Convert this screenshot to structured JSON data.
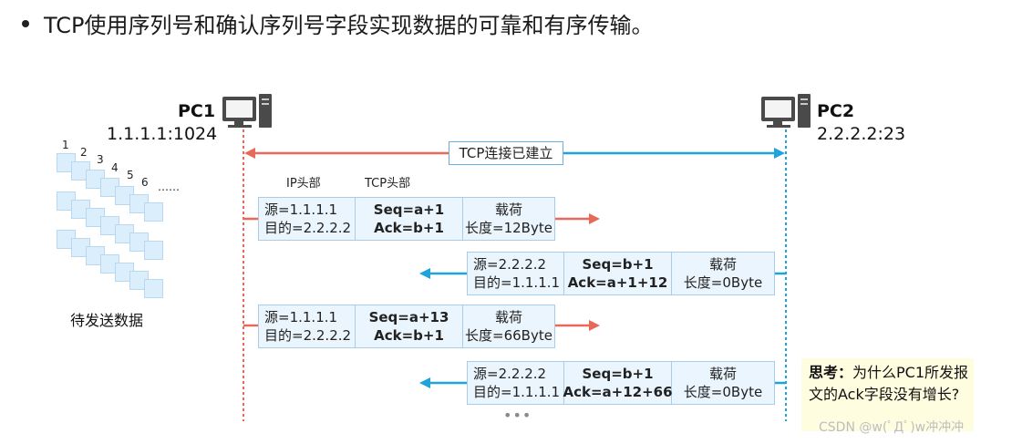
{
  "heading": "TCP使用序列号和确认序列号字段实现数据的可靠和有序传输。",
  "pc1": {
    "name": "PC1",
    "address": "1.1.1.1:1024"
  },
  "pc2": {
    "name": "PC2",
    "address": "2.2.2.2:23"
  },
  "connection_label": "TCP连接已建立",
  "header_labels": {
    "ip": "IP头部",
    "tcp": "TCP头部"
  },
  "seq_numbers": [
    "1",
    "2",
    "3",
    "4",
    "5",
    "6",
    "……"
  ],
  "pending_label": "待发送数据",
  "packets": [
    {
      "direction": "pc1-to-pc2",
      "src": "源=1.1.1.1",
      "dst": "目的=2.2.2.2",
      "seq": "Seq=a+1",
      "ack": "Ack=b+1",
      "payload": "载荷",
      "length": "长度=12Byte"
    },
    {
      "direction": "pc2-to-pc1",
      "src": "源=2.2.2.2",
      "dst": "目的=1.1.1.1",
      "seq": "Seq=b+1",
      "ack": "Ack=a+1+12",
      "payload": "载荷",
      "length": "长度=0Byte"
    },
    {
      "direction": "pc1-to-pc2",
      "src": "源=1.1.1.1",
      "dst": "目的=2.2.2.2",
      "seq": "Seq=a+13",
      "ack": "Ack=b+1",
      "payload": "载荷",
      "length": "长度=66Byte"
    },
    {
      "direction": "pc2-to-pc1",
      "src": "源=2.2.2.2",
      "dst": "目的=1.1.1.1",
      "seq": "Seq=b+1",
      "ack": "Ack=a+12+66",
      "payload": "载荷",
      "length": "长度=0Byte"
    }
  ],
  "ellipsis": "•••",
  "note": {
    "title": "思考：",
    "text": "为什么PC1所发报文的Ack字段没有增长?"
  },
  "watermark": "CSDN @w(ﾟДﾟ)w冲冲冲",
  "colors": {
    "pc1_to_pc2": "#e8685a",
    "pc2_to_pc1": "#1fa3dc",
    "packet_fill": "#eaf5fd",
    "packet_border": "#a9cde8",
    "note_fill": "#fffde0"
  }
}
